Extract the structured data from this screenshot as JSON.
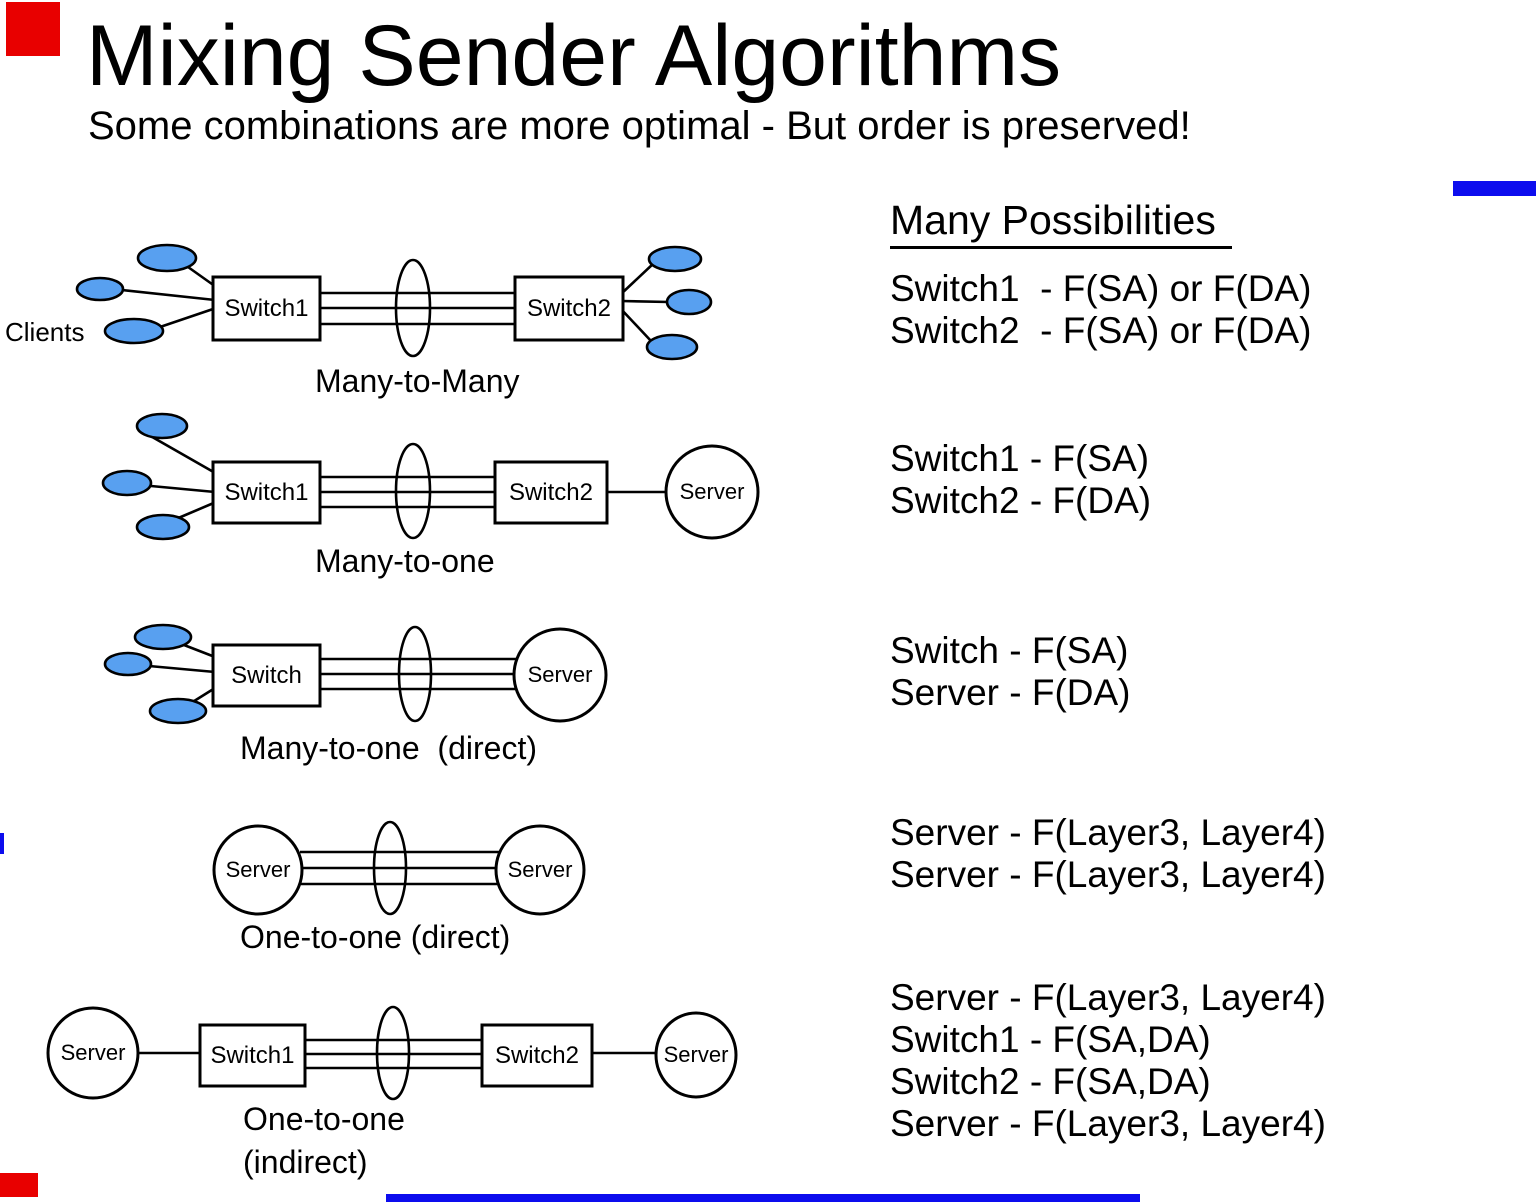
{
  "slide": {
    "title": "Mixing Sender Algorithms",
    "subtitle": "Some combinations are more optimal - But order is preserved!"
  },
  "right_panel": {
    "heading": "Many Possibilities",
    "blocks": [
      {
        "lines": [
          "Switch1  - F(SA) or F(DA)",
          "Switch2  - F(SA) or F(DA)"
        ]
      },
      {
        "lines": [
          "Switch1 - F(SA)",
          "Switch2 - F(DA)"
        ]
      },
      {
        "lines": [
          "Switch - F(SA)",
          "Server - F(DA)"
        ]
      },
      {
        "lines": [
          "Server - F(Layer3, Layer4)",
          "Server - F(Layer3, Layer4)"
        ]
      },
      {
        "lines": [
          "Server - F(Layer3, Layer4)",
          "Switch1 - F(SA,DA)",
          "Switch2 - F(SA,DA)",
          "Server - F(Layer3, Layer4)"
        ]
      }
    ]
  },
  "diagrams": [
    {
      "caption": "Many-to-Many",
      "clients_label": "Clients",
      "switch1": "Switch1",
      "switch2": "Switch2"
    },
    {
      "caption": "Many-to-one",
      "switch1": "Switch1",
      "switch2": "Switch2",
      "server": "Server"
    },
    {
      "caption": "Many-to-one  (direct)",
      "switch": "Switch",
      "server": "Server"
    },
    {
      "caption": "One-to-one (direct)",
      "server_left": "Server",
      "server_right": "Server"
    },
    {
      "caption_line1": "One-to-one",
      "caption_line2": "(indirect)",
      "server_left": "Server",
      "switch1": "Switch1",
      "switch2": "Switch2",
      "server_right": "Server"
    }
  ],
  "colors": {
    "client_ellipse_fill": "#58A0F0",
    "accent_blue": "#0D0DEE",
    "accent_red": "#E80000",
    "ink": "#000000"
  }
}
